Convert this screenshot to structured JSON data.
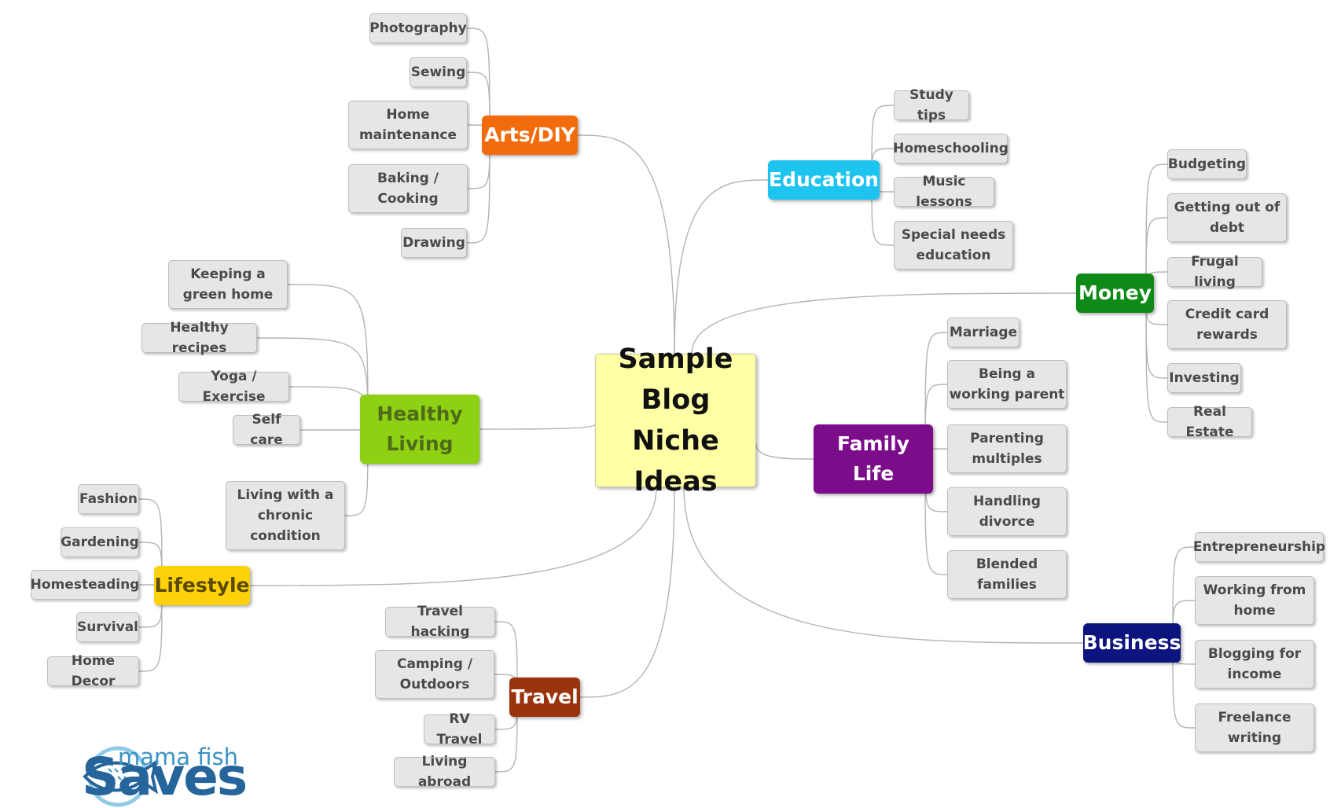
{
  "colors": {
    "line": "#b4b4b4",
    "leaf_bg": "#e6e6e6",
    "center_bg": "#ffffa6",
    "arts": "#f26c0d",
    "education": "#1ec4f0",
    "money": "#0f8a16",
    "family": "#7c0d8a",
    "healthy": "#8dd112",
    "healthy_text": "#4f6b1a",
    "lifestyle": "#ffd10a",
    "lifestyle_text": "#5a4a00",
    "travel": "#9a330c",
    "business": "#0c1480"
  },
  "mindmap": {
    "center": "Sample\nBlog Niche\nIdeas",
    "branches": {
      "arts": {
        "label": "Arts/DIY",
        "leaves": [
          "Photography",
          "Sewing",
          "Home\nmaintenance",
          "Baking /\nCooking",
          "Drawing"
        ]
      },
      "education": {
        "label": "Education",
        "leaves": [
          "Study tips",
          "Homeschooling",
          "Music lessons",
          "Special needs\neducation"
        ]
      },
      "money": {
        "label": "Money",
        "leaves": [
          "Budgeting",
          "Getting out of\ndebt",
          "Frugal living",
          "Credit card\nrewards",
          "Investing",
          "Real Estate"
        ]
      },
      "family": {
        "label": "Family\nLife",
        "leaves": [
          "Marriage",
          "Being a\nworking parent",
          "Parenting\nmultiples",
          "Handling\ndivorce",
          "Blended\nfamilies"
        ]
      },
      "healthy": {
        "label": "Healthy\nLiving",
        "leaves": [
          "Keeping a\ngreen home",
          "Healthy recipes",
          "Yoga / Exercise",
          "Self care",
          "Living with a\nchronic\ncondition"
        ]
      },
      "lifestyle": {
        "label": "Lifestyle",
        "leaves": [
          "Fashion",
          "Gardening",
          "Homesteading",
          "Survival",
          "Home Decor"
        ]
      },
      "travel": {
        "label": "Travel",
        "leaves": [
          "Travel hacking",
          "Camping /\nOutdoors",
          "RV Travel",
          "Living abroad"
        ]
      },
      "business": {
        "label": "Business",
        "leaves": [
          "Entrepreneurship",
          "Working from\nhome",
          "Blogging for\nincome",
          "Freelance\nwriting"
        ]
      }
    }
  },
  "logo": {
    "small": "mama fish",
    "big": "Saves"
  }
}
